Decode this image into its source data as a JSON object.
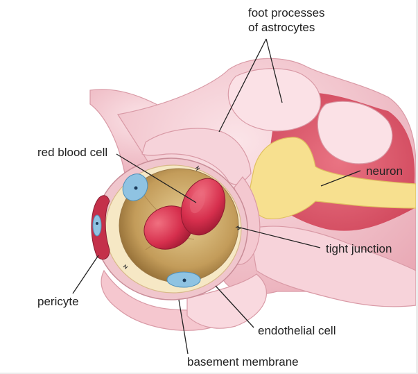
{
  "labels": {
    "astrocytes": [
      "foot processes",
      "of astrocytes"
    ],
    "red_blood_cell": "red blood cell",
    "neuron": "neuron",
    "tight_junction": "tight junction",
    "pericyte": "pericyte",
    "endothelial_cell": "endothelial cell",
    "basement_membrane": "basement membrane"
  },
  "colors": {
    "astrocyte": "#f2c8cf",
    "neuron": "#f7e08f",
    "red_blood_cell": "#d93a55",
    "lumen": "#c9a96a",
    "endothelium": "#f5e7c2",
    "nucleus": "#8fc3e2",
    "pericyte": "#c4304a"
  }
}
